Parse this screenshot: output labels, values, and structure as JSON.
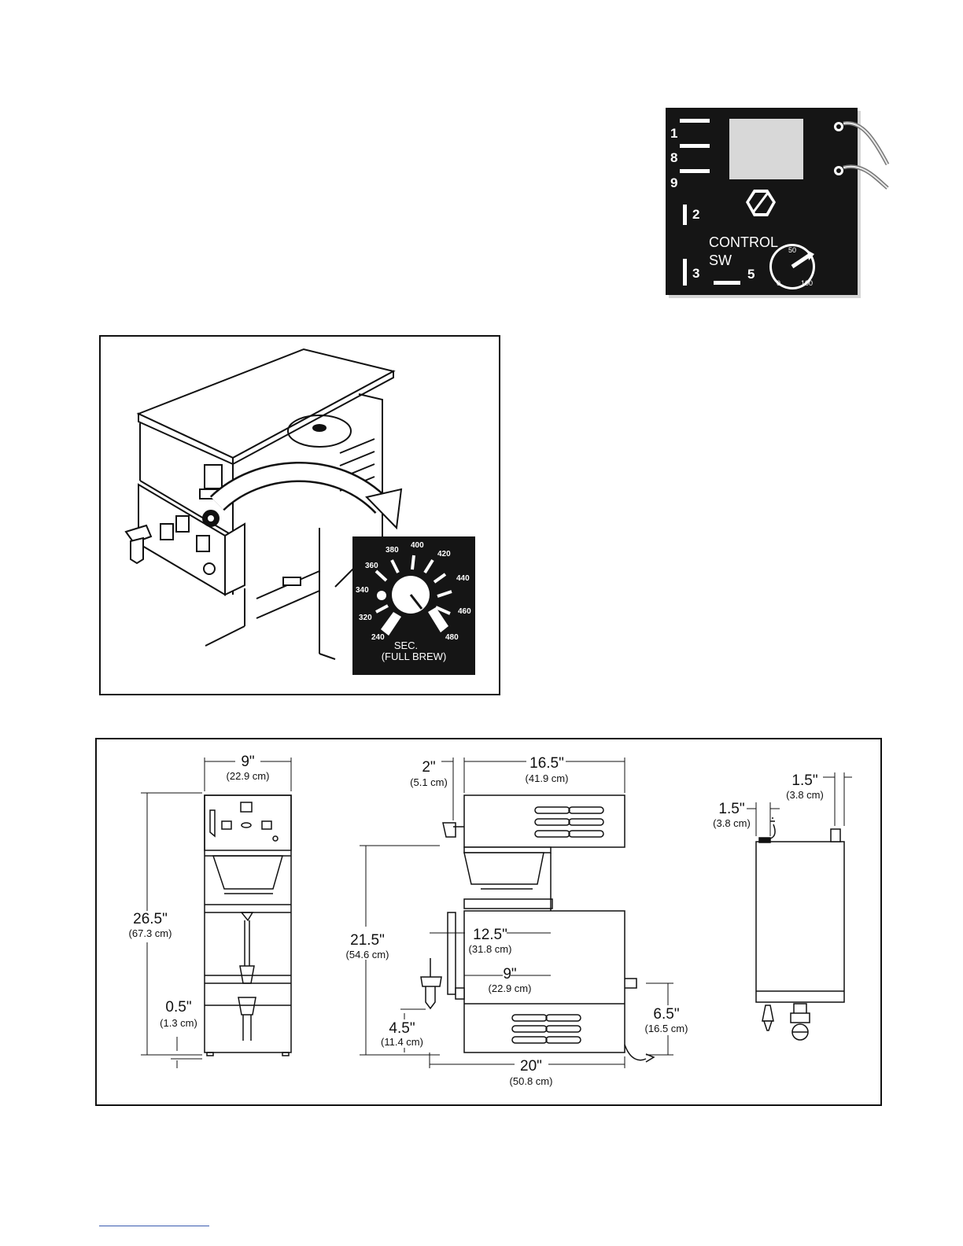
{
  "control_board": {
    "terminals": [
      "1",
      "8",
      "9",
      "2",
      "3",
      "5"
    ],
    "label_line1": "CONTROL",
    "label_line2": "SW",
    "dial_marks": [
      "0",
      "50",
      "100"
    ]
  },
  "timer_dial": {
    "settings": [
      "240",
      "320",
      "340",
      "360",
      "380",
      "400",
      "420",
      "440",
      "460",
      "480"
    ],
    "unit": "SEC.",
    "caption": "(FULL BREW)"
  },
  "dimensions": {
    "front_width": {
      "inch": "9\"",
      "cm": "(22.9 cm)"
    },
    "total_height": {
      "inch": "26.5\"",
      "cm": "(67.3 cm)"
    },
    "leg_height": {
      "inch": "0.5\"",
      "cm": "(1.3 cm)"
    },
    "faucet_offset": {
      "inch": "2\"",
      "cm": "(5.1 cm)"
    },
    "side_depth": {
      "inch": "16.5\"",
      "cm": "(41.9 cm)"
    },
    "base_height": {
      "inch": "21.5\"",
      "cm": "(54.6 cm)"
    },
    "server_width": {
      "inch": "12.5\"",
      "cm": "(31.8 cm)"
    },
    "server_inner": {
      "inch": "9\"",
      "cm": "(22.9 cm)"
    },
    "faucet_height": {
      "inch": "4.5\"",
      "cm": "(11.4 cm)"
    },
    "overall_depth": {
      "inch": "20\"",
      "cm": "(50.8 cm)"
    },
    "inlet_height": {
      "inch": "6.5\"",
      "cm": "(16.5 cm)"
    },
    "rear_left": {
      "inch": "1.5\"",
      "cm": "(3.8 cm)"
    },
    "rear_right": {
      "inch": "1.5\"",
      "cm": "(3.8 cm)"
    }
  }
}
